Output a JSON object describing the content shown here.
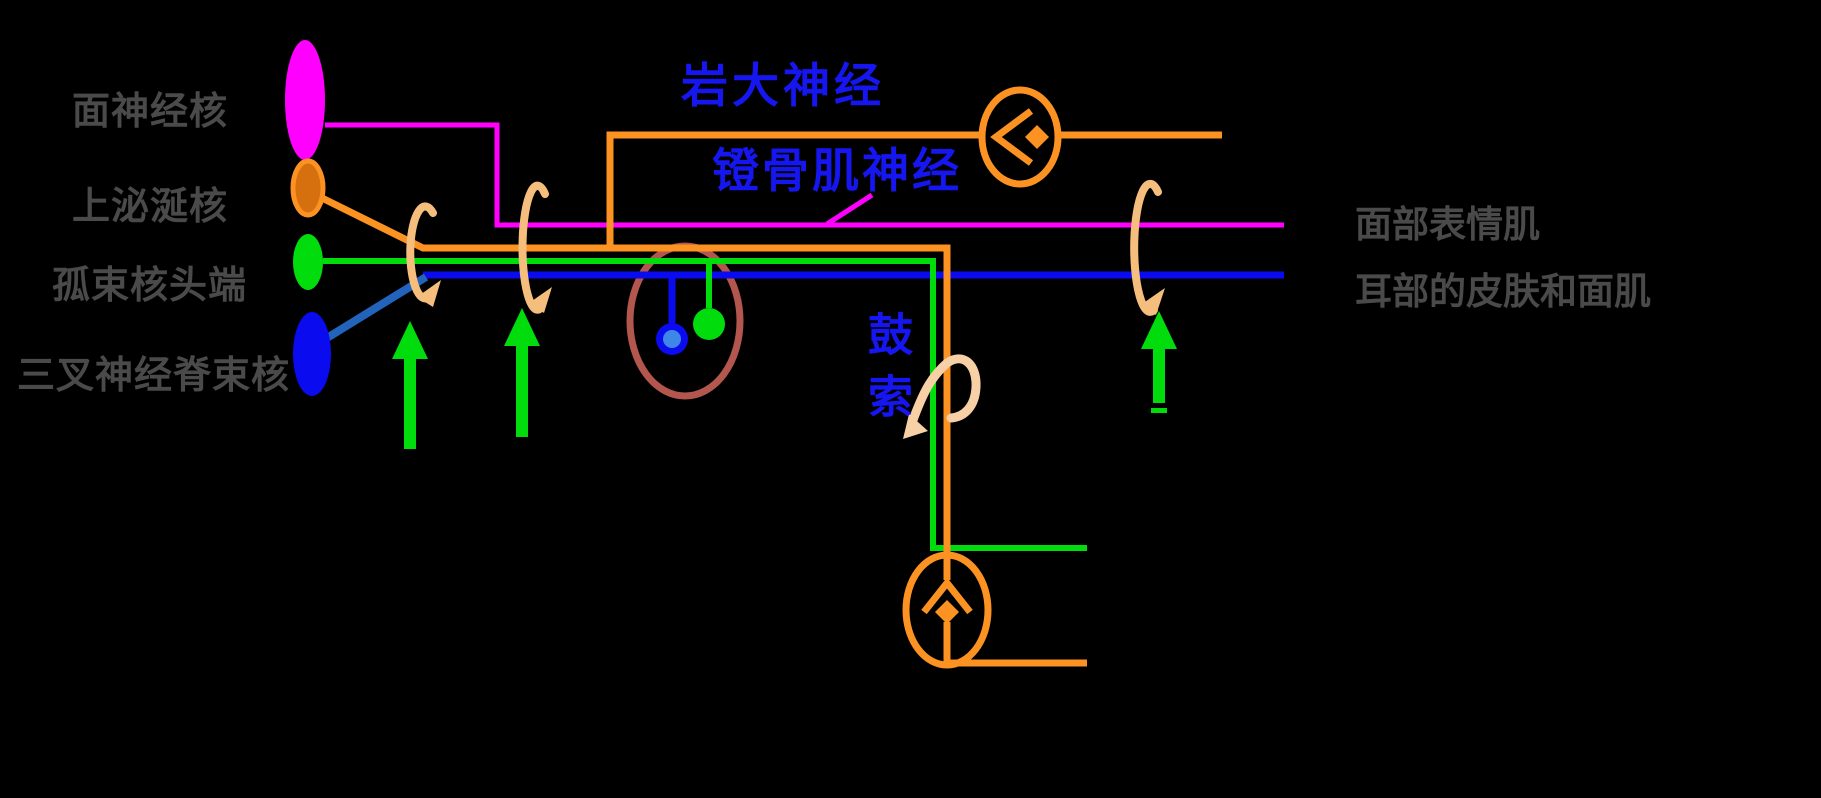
{
  "labels": {
    "facial_nucleus": "面神经核",
    "superior_salivatory_nucleus": "上泌涎核",
    "solitary_tract_rostral": "孤束核头端",
    "spinal_trigeminal_nucleus": "三叉神经脊束核",
    "greater_petrosal_nerve": "岩大神经",
    "stapedius_nerve": "镫骨肌神经",
    "chorda_tympani": "鼓索",
    "facial_expression_muscles": "面部表情肌",
    "ear_skin_facial_muscles": "耳部的皮肤和面肌"
  },
  "colors": {
    "background": "#000000",
    "magenta_line": "#FF00FF",
    "orange_line": "#FB9222",
    "orange_nucleus_fill": "#D66F0E",
    "green_line": "#00DC0C",
    "blue_line": "#0B0BEF",
    "steel_blue_line": "#2263BC",
    "light_blue_dot": "#3E86E8",
    "brown_circle": "#B2564E",
    "tan_loop": "#F6BE7C",
    "tan_loop_light": "#F8D0A6",
    "gray_text": "#4A4A4A",
    "blue_text": "#1616F0"
  }
}
